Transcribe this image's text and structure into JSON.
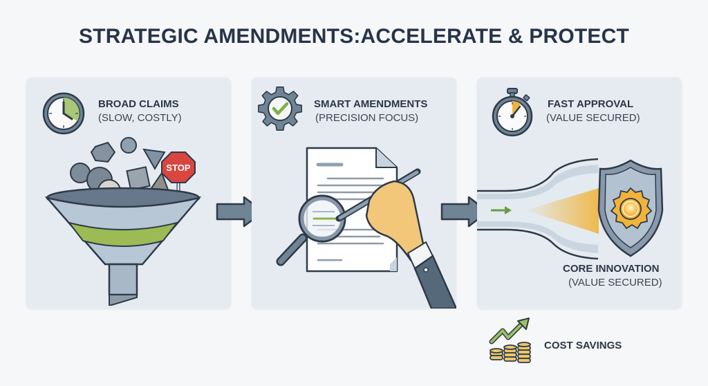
{
  "title": "STRATEGIC AMENDMENTS:ACCELERATE & PROTECT",
  "panels": [
    {
      "title": "BROAD CLAIMS",
      "subtitle": "(SLOW, COSTLY)",
      "icon": "clock-icon",
      "illustration": "funnel-with-shapes-and-stop-sign",
      "stop_sign_text": "STOP"
    },
    {
      "title": "SMART AMENDMENTS",
      "subtitle": "(PRECISION FOCUS)",
      "icon": "gear-check-icon",
      "illustration": "document-magnifier-hand-pen"
    },
    {
      "title": "FAST APPROVAL",
      "subtitle": "(VALUE SECURED)",
      "icon": "stopwatch-icon",
      "illustration": "pipe-to-shield",
      "bottom_title": "CORE INNOVATION",
      "bottom_subtitle": "(VALUE SECURED)"
    }
  ],
  "footer": {
    "label": "COST SAVINGS",
    "icon": "coins-growth-icon"
  },
  "colors": {
    "title": "#27344a",
    "panel_bg": "#e6ebf1",
    "accent_green": "#8db54a",
    "accent_gold": "#f0b43a",
    "stop_red": "#d9453f",
    "slate": "#6f8494"
  }
}
